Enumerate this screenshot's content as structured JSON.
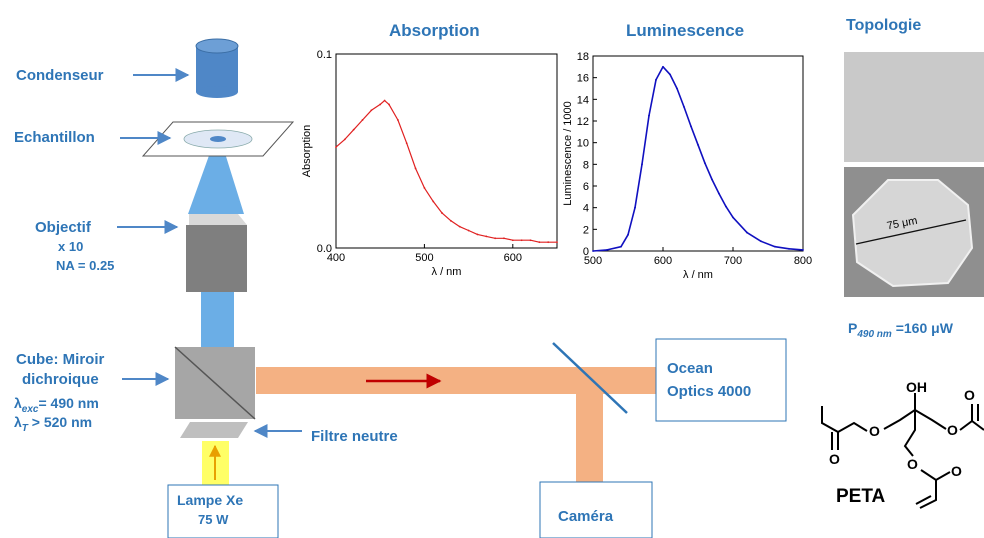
{
  "labels": {
    "condenseur": "Condenseur",
    "echantillon": "Echantillon",
    "objectif": "Objectif",
    "objectif_x": "x 10",
    "objectif_na": "NA = 0.25",
    "cube_line1": "Cube: Miroir",
    "cube_line2": "dichroique",
    "lambda_exc": "λexc= 490 nm",
    "lambda_t": "λT > 520 nm",
    "filtre": "Filtre neutre",
    "lampe_line1": "Lampe Xe",
    "lampe_line2": "75 W",
    "camera": "Caméra",
    "ocean_line1": "Ocean",
    "ocean_line2": "Optics 4000",
    "power": "P490 nm =160 μW",
    "size_75": "75 μm",
    "topologie_title": "Topologie",
    "peta": "PETA",
    "oh": "OH",
    "o": "O"
  },
  "colors": {
    "blue_text": "#2e75b6",
    "cylinder": "#4f87c7",
    "light_cone": "#6baee6",
    "orange_beam": "#f4b183",
    "yellow_beam": "#ffff66",
    "red_arrow": "#c00000",
    "abs_line": "#e02020",
    "lum_line": "#1010c0",
    "grey_dark": "#7f7f7f",
    "grey_light": "#d9d9d9",
    "topo_bg": "#c8c8c8"
  },
  "chart_data": [
    {
      "type": "line",
      "title": "Absorption",
      "xlabel": "λ / nm",
      "ylabel": "Absorption",
      "xlim": [
        400,
        650
      ],
      "ylim": [
        0.0,
        0.1
      ],
      "xticks": [
        400,
        500,
        600
      ],
      "yticks": [
        0.0,
        0.1
      ],
      "ytick_labels": [
        "0.0",
        "0.1"
      ],
      "series": [
        {
          "x": [
            400,
            410,
            420,
            430,
            440,
            450,
            455,
            460,
            470,
            480,
            490,
            500,
            510,
            520,
            530,
            540,
            550,
            560,
            570,
            580,
            590,
            600,
            610,
            620,
            630,
            640,
            650
          ],
          "y": [
            0.052,
            0.056,
            0.061,
            0.066,
            0.071,
            0.074,
            0.076,
            0.074,
            0.066,
            0.054,
            0.041,
            0.031,
            0.024,
            0.018,
            0.014,
            0.011,
            0.009,
            0.007,
            0.006,
            0.005,
            0.005,
            0.004,
            0.004,
            0.004,
            0.003,
            0.003,
            0.003
          ]
        }
      ]
    },
    {
      "type": "line",
      "title": "Luminescence",
      "xlabel": "λ / nm",
      "ylabel": "Luminescence / 1000",
      "xlim": [
        500,
        800
      ],
      "ylim": [
        0,
        18
      ],
      "xticks": [
        500,
        600,
        700,
        800
      ],
      "yticks": [
        0,
        2,
        4,
        6,
        8,
        10,
        12,
        14,
        16,
        18
      ],
      "series": [
        {
          "x": [
            500,
            520,
            540,
            550,
            560,
            570,
            580,
            590,
            600,
            610,
            620,
            630,
            640,
            650,
            660,
            670,
            680,
            690,
            700,
            720,
            740,
            760,
            780,
            800
          ],
          "y": [
            0.0,
            0.1,
            0.4,
            1.5,
            4.0,
            8.0,
            12.5,
            15.8,
            17.0,
            16.3,
            15.0,
            13.3,
            11.5,
            9.8,
            8.1,
            6.6,
            5.3,
            4.1,
            3.1,
            1.7,
            0.9,
            0.4,
            0.2,
            0.1
          ]
        }
      ]
    }
  ]
}
